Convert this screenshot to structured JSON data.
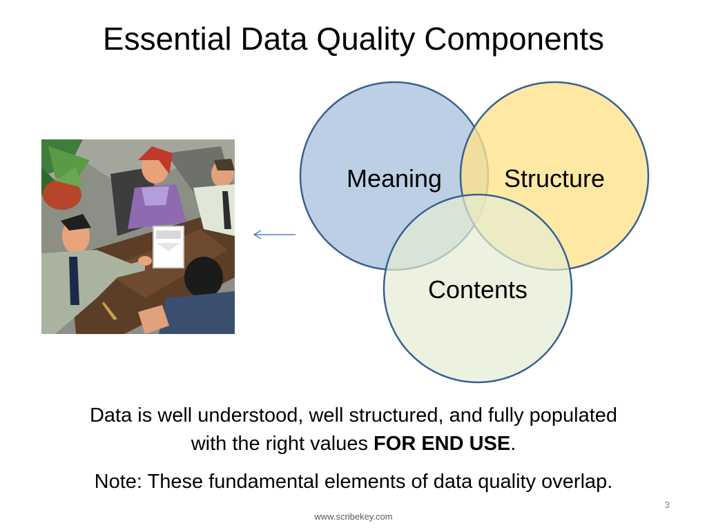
{
  "slide": {
    "title": "Essential Data Quality Components",
    "venn": {
      "circles": [
        {
          "label": "Meaning",
          "fill": "#b8cce4",
          "stroke": "#375f91"
        },
        {
          "label": "Structure",
          "fill": "#ffe28a",
          "stroke": "#375f91"
        },
        {
          "label": "Contents",
          "fill": "#e4ecd1",
          "stroke": "#375f91"
        }
      ]
    },
    "body": {
      "line1": "Data is well understood, well structured, and fully populated",
      "line2_prefix": "with the right values ",
      "line2_bold": "FOR END USE",
      "line2_suffix": "."
    },
    "note": "Note: These fundamental elements of data quality overlap.",
    "page_number": "3",
    "footer": "www.scribekey.com",
    "colors": {
      "arrow": "#4f81bd",
      "circle_outline": "#375f91"
    },
    "illustration_icon": "business-meeting-clipart-icon"
  }
}
